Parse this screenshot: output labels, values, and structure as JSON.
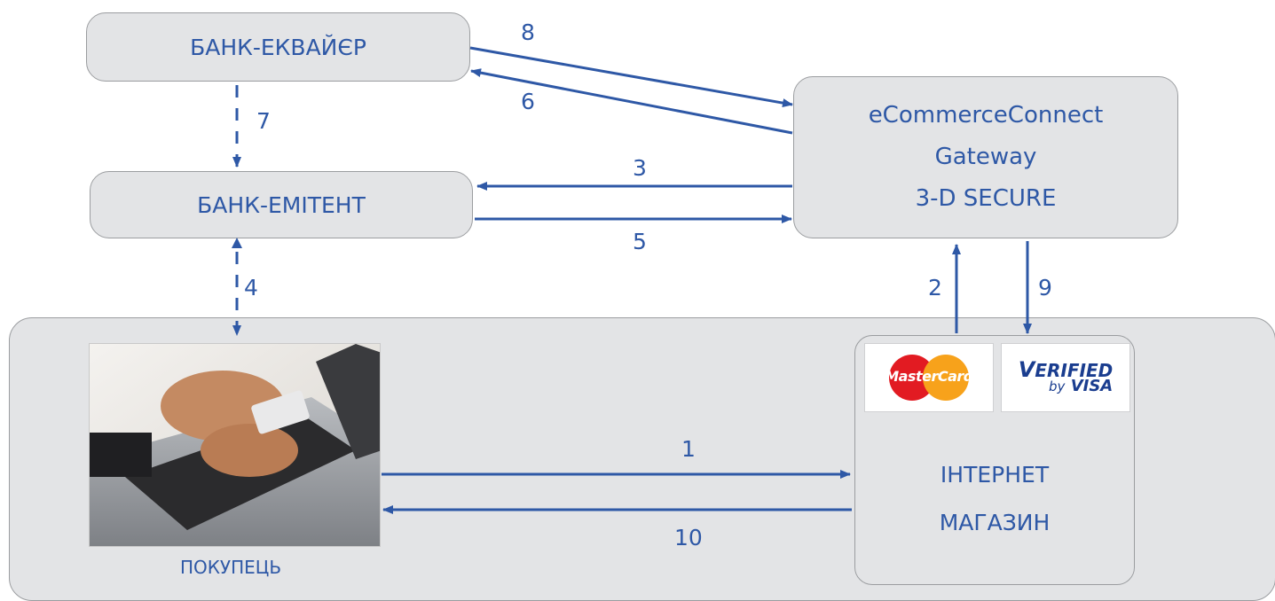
{
  "nodes": {
    "acquirer": "БАНК-ЕКВАЙЄР",
    "issuer": "БАНК-ЕМІТЕНТ",
    "gateway": [
      "eCommerceConnect",
      "Gateway",
      "3-D SECURE"
    ],
    "shop": [
      "ІНТЕРНЕТ",
      "МАГАЗИН"
    ],
    "customer": "ПОКУПЕЦЬ"
  },
  "logos": {
    "mastercard": "MasterCard",
    "visa_top": "ERIFIED",
    "visa_v": "V",
    "visa_by": "by",
    "visa_bottom": "VISA"
  },
  "steps": {
    "s1": "1",
    "s2": "2",
    "s3": "3",
    "s4": "4",
    "s5": "5",
    "s6": "6",
    "s7": "7",
    "s8": "8",
    "s9": "9",
    "s10": "10"
  },
  "colors": {
    "arrow": "#2e58a6",
    "box_fill": "#e3e4e6",
    "box_border": "#9b9da0"
  }
}
